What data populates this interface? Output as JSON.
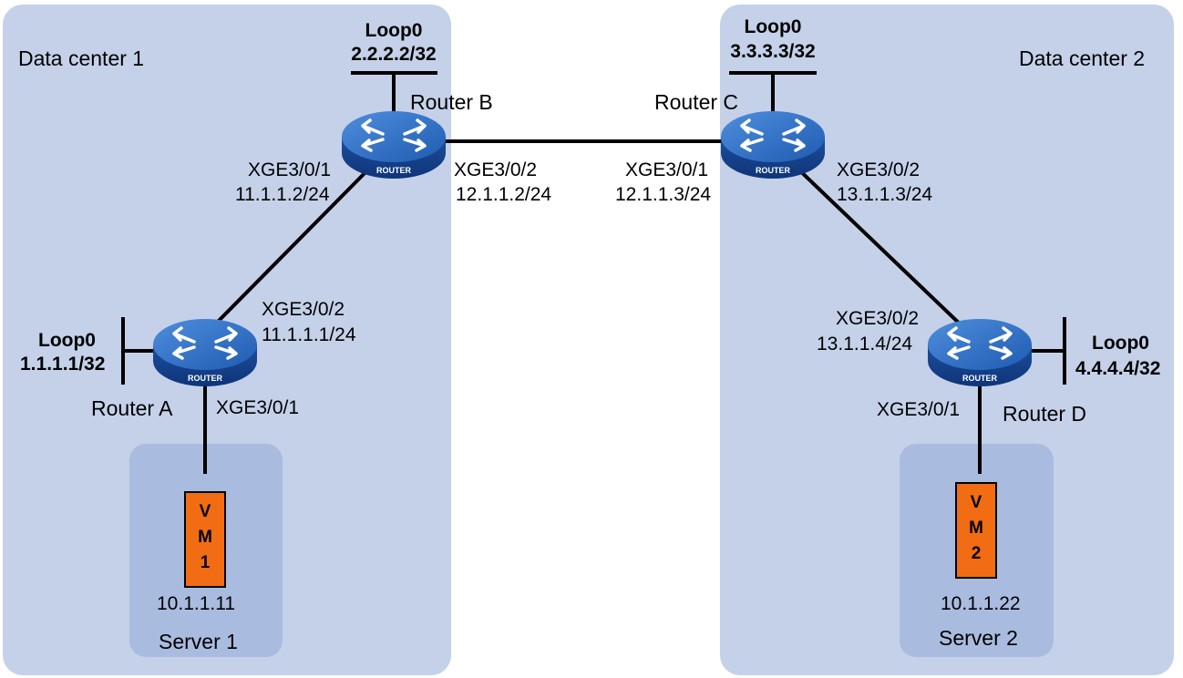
{
  "data_centers": [
    {
      "name": "Data center 1"
    },
    {
      "name": "Data center 2"
    }
  ],
  "routers": [
    {
      "name": "Router A",
      "badge": "ROUTER",
      "loopback": {
        "name": "Loop0",
        "address": "1.1.1.1/32"
      }
    },
    {
      "name": "Router B",
      "badge": "ROUTER",
      "loopback": {
        "name": "Loop0",
        "address": "2.2.2.2/32"
      }
    },
    {
      "name": "Router C",
      "badge": "ROUTER",
      "loopback": {
        "name": "Loop0",
        "address": "3.3.3.3/32"
      }
    },
    {
      "name": "Router D",
      "badge": "ROUTER",
      "loopback": {
        "name": "Loop0",
        "address": "4.4.4.4/32"
      }
    }
  ],
  "interfaces": {
    "routerA_up": {
      "name": "XGE3/0/2",
      "address": "11.1.1.1/24"
    },
    "routerA_down": {
      "name": "XGE3/0/1"
    },
    "routerB_down": {
      "name": "XGE3/0/1",
      "address": "11.1.1.2/24"
    },
    "routerB_right": {
      "name": "XGE3/0/2",
      "address": "12.1.1.2/24"
    },
    "routerC_left": {
      "name": "XGE3/0/1",
      "address": "12.1.1.3/24"
    },
    "routerC_down": {
      "name": "XGE3/0/2",
      "address": "13.1.1.3/24"
    },
    "routerD_up": {
      "name": "XGE3/0/2",
      "address": "13.1.1.4/24"
    },
    "routerD_down": {
      "name": "XGE3/0/1"
    }
  },
  "servers": [
    {
      "name": "Server 1",
      "vm": {
        "line1": "V",
        "line2": "M",
        "line3": "1"
      },
      "ip": "10.1.1.11"
    },
    {
      "name": "Server 2",
      "vm": {
        "line1": "V",
        "line2": "M",
        "line3": "2"
      },
      "ip": "10.1.1.22"
    }
  ],
  "colors": {
    "dc_fill": "#c4d1e9",
    "server_fill": "#a9bcdf",
    "router_body": "#2563b7",
    "vm_fill": "#f26c13",
    "line": "#000000"
  }
}
